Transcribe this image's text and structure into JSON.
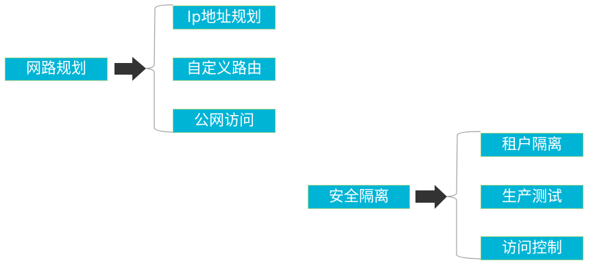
{
  "colors": {
    "box_fill": "#00b4d6",
    "box_border": "#8fcf8a",
    "box_text": "#ffffff",
    "arrow": "#333333",
    "brace": "#a0a0a0"
  },
  "diagram1": {
    "root": {
      "label": "网路规划"
    },
    "children": [
      {
        "label": "Ip地址规划"
      },
      {
        "label": "自定义路由"
      },
      {
        "label": "公网访问"
      }
    ]
  },
  "diagram2": {
    "root": {
      "label": "安全隔离"
    },
    "children": [
      {
        "label": "租户隔离"
      },
      {
        "label": "生产测试"
      },
      {
        "label": "访问控制"
      }
    ]
  }
}
